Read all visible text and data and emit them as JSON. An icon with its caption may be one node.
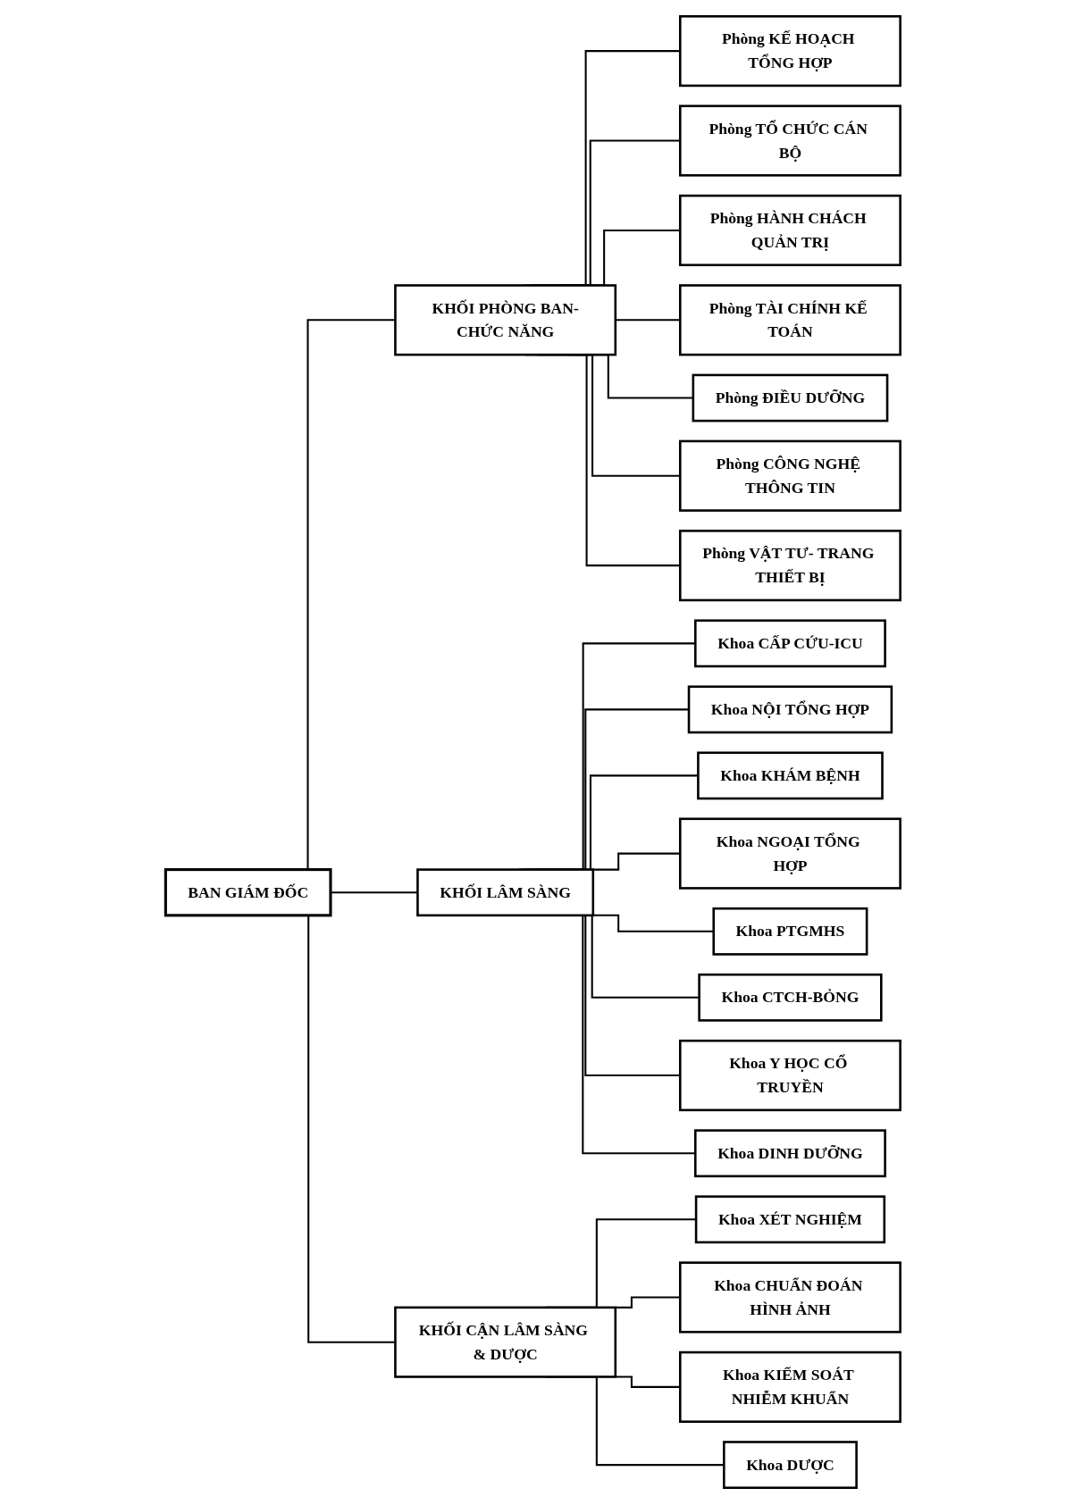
{
  "diagram": {
    "nodes": [
      {
        "text": [
          "BAN GIÁM ĐỐC"
        ]
      },
      {
        "text": [
          "KHỐI PHÒNG BAN-CHỨC NĂNG"
        ]
      },
      {
        "text": [
          "KHỐI LÂM SÀNG"
        ]
      },
      {
        "text": [
          "KHỐI CẬN LÂM SÀNG & DƯỢC"
        ]
      },
      {
        "text": [
          "Phòng KẾ HOẠCH TỔNG HỢP"
        ]
      },
      {
        "text": [
          "Phòng TỔ CHỨC CÁN BỘ"
        ]
      },
      {
        "text": [
          "Phòng HÀNH CHÁCH QUẢN TRỊ"
        ]
      },
      {
        "text": [
          "Phòng TÀI CHÍNH KẾ TOÁN"
        ]
      },
      {
        "text": [
          "Phòng ĐIỀU DƯỠNG"
        ]
      },
      {
        "text": [
          "Phòng CÔNG NGHỆ THÔNG TIN"
        ]
      },
      {
        "text": [
          "Phòng VẬT TƯ- TRANG THIẾT BỊ"
        ]
      },
      {
        "text": [
          "Khoa CẤP CỨU-ICU"
        ]
      },
      {
        "text": [
          "Khoa NỘI TỔNG HỢP"
        ]
      },
      {
        "text": [
          "Khoa KHÁM BỆNH"
        ]
      },
      {
        "text": [
          "Khoa NGOẠI TỔNG HỢP"
        ]
      },
      {
        "text": [
          "Khoa PTGMHS"
        ]
      },
      {
        "text": [
          "Khoa CTCH-BỎNG"
        ]
      },
      {
        "text": [
          "Khoa Y HỌC CỔ TRUYỀN"
        ]
      },
      {
        "text": [
          "Khoa DINH DƯỠNG"
        ]
      },
      {
        "text": [
          "Khoa XÉT NGHIỆM"
        ]
      },
      {
        "text": [
          "Khoa CHUẨN ĐOÁN HÌNH ẢNH"
        ]
      },
      {
        "text": [
          "Khoa KIỂM SOÁT NHIỄM KHUẨN"
        ]
      },
      {
        "text": [
          "Khoa DƯỢC"
        ]
      }
    ],
    "edges": [
      {
        "from": 0,
        "to": 1,
        "arrow": "none"
      },
      {
        "from": 0,
        "to": 2,
        "arrow": "none"
      },
      {
        "from": 0,
        "to": 3,
        "arrow": "none"
      },
      {
        "from": 1,
        "to": 4,
        "arrow": "none"
      },
      {
        "from": 1,
        "to": 5,
        "arrow": "none"
      },
      {
        "from": 1,
        "to": 6,
        "arrow": "none"
      },
      {
        "from": 1,
        "to": 7,
        "arrow": "none"
      },
      {
        "from": 1,
        "to": 8,
        "arrow": "none"
      },
      {
        "from": 1,
        "to": 9,
        "arrow": "none"
      },
      {
        "from": 1,
        "to": 10,
        "arrow": "none"
      },
      {
        "from": 2,
        "to": 11,
        "arrow": "none"
      },
      {
        "from": 2,
        "to": 12,
        "arrow": "none"
      },
      {
        "from": 2,
        "to": 13,
        "arrow": "none"
      },
      {
        "from": 2,
        "to": 14,
        "arrow": "none"
      },
      {
        "from": 2,
        "to": 15,
        "arrow": "none"
      },
      {
        "from": 2,
        "to": 16,
        "arrow": "none"
      },
      {
        "from": 2,
        "to": 17,
        "arrow": "none"
      },
      {
        "from": 2,
        "to": 18,
        "arrow": "none"
      },
      {
        "from": 3,
        "to": 19,
        "arrow": "none"
      },
      {
        "from": 3,
        "to": 20,
        "arrow": "none"
      },
      {
        "from": 3,
        "to": 21,
        "arrow": "none"
      },
      {
        "from": 3,
        "to": 22,
        "arrow": "none"
      }
    ]
  }
}
